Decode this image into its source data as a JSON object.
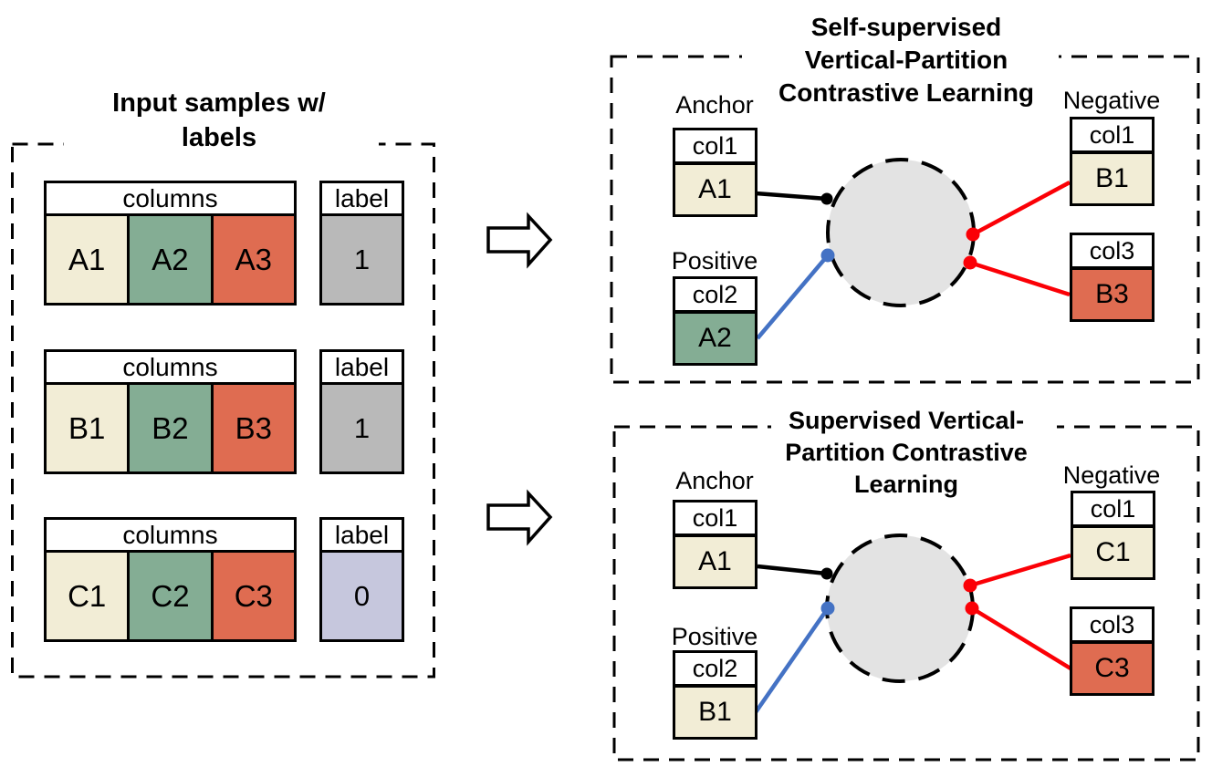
{
  "figure": {
    "type": "diagram",
    "description_labels": {
      "left_title_line1": "Input samples w/",
      "left_title_line2": "labels"
    }
  },
  "colors": {
    "cream_cell": "#f2edd6",
    "green_cell": "#84ad94",
    "terracotta_cell": "#df6c51",
    "gray_label_cell": "#b9b9b9",
    "lavender_label_cell": "#c6c7dd",
    "circle_fill": "#e3e3e3",
    "black_line": "#000000",
    "blue_line": "#4472c4",
    "red_line": "#fb0006"
  },
  "left_panel": {
    "title_line1": "Input samples w/",
    "title_line2": "labels",
    "rows": [
      {
        "columns_header": "columns",
        "cells": [
          "A1",
          "A2",
          "A3"
        ],
        "cell_colors": [
          "cream",
          "green",
          "terracotta"
        ],
        "label_header": "label",
        "label_value": "1",
        "label_color": "gray"
      },
      {
        "columns_header": "columns",
        "cells": [
          "B1",
          "B2",
          "B3"
        ],
        "cell_colors": [
          "cream",
          "green",
          "terracotta"
        ],
        "label_header": "label",
        "label_value": "1",
        "label_color": "gray"
      },
      {
        "columns_header": "columns",
        "cells": [
          "C1",
          "C2",
          "C3"
        ],
        "cell_colors": [
          "cream",
          "green",
          "terracotta"
        ],
        "label_header": "label",
        "label_value": "0",
        "label_color": "lavender"
      }
    ]
  },
  "ssl_panel": {
    "title_line1": "Self-supervised",
    "title_line2": "Vertical-Partition",
    "title_line3": "Contrastive Learning",
    "anchor_label": "Anchor",
    "anchor_col": "col1",
    "anchor_value": "A1",
    "positive_label": "Positive",
    "positive_col": "col2",
    "positive_value": "A2",
    "negative_label": "Negative",
    "negative1_col": "col1",
    "negative1_value": "B1",
    "negative2_col": "col3",
    "negative2_value": "B3"
  },
  "sup_panel": {
    "title_line1": "Supervised Vertical-",
    "title_line2": "Partition Contrastive",
    "title_line3": "Learning",
    "anchor_label": "Anchor",
    "anchor_col": "col1",
    "anchor_value": "A1",
    "positive_label": "Positive",
    "positive_col": "col2",
    "positive_value": "B1",
    "negative_label": "Negative",
    "negative1_col": "col1",
    "negative1_value": "C1",
    "negative2_col": "col3",
    "negative2_value": "C3"
  }
}
